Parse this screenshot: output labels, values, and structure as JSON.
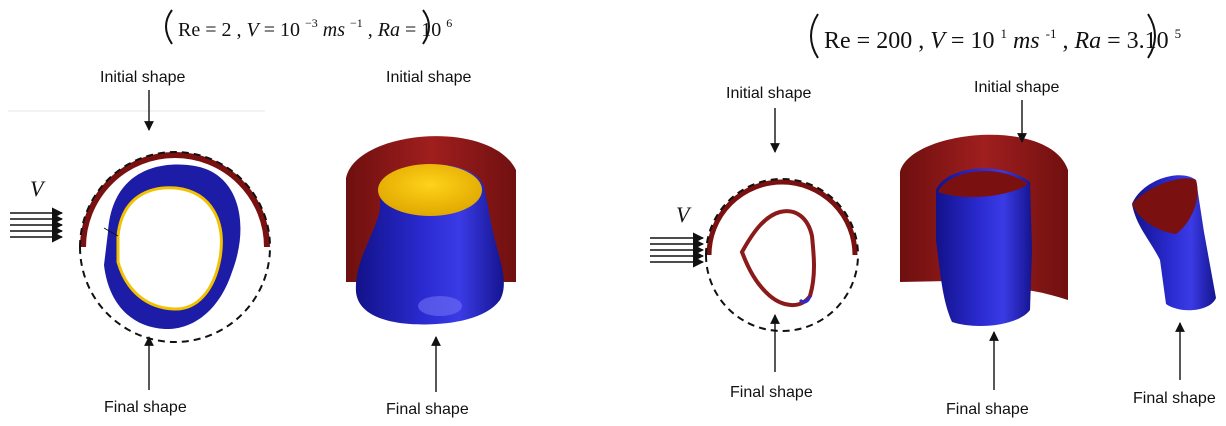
{
  "left_panel": {
    "condition": {
      "re_label": "Re",
      "re_value": "2",
      "v_label": "V",
      "v_base": "10",
      "v_exp": "−3",
      "v_unit": "ms",
      "v_unit_exp": "−1",
      "ra_label": "Ra",
      "ra_base": "10",
      "ra_exp": "6"
    },
    "flow_label": "V",
    "section_initial": "Initial shape",
    "section_final": "Final shape",
    "view3d_initial": "Initial shape",
    "view3d_final": "Final shape"
  },
  "right_panel": {
    "condition": {
      "re_label": "Re",
      "re_value": "200",
      "v_label": "V",
      "v_base": "10",
      "v_exp": "1",
      "v_unit": "ms",
      "v_unit_exp": "-1",
      "ra_label": "Ra",
      "ra_value": "3.10",
      "ra_exp": "5"
    },
    "flow_label": "V",
    "section_initial": "Initial shape",
    "section_final": "Final shape",
    "view3d_initial": "Initial shape",
    "view3d_final": "Final shape",
    "view3d_final_2": "Final shape"
  },
  "colors": {
    "initial_shell": "#8b1a1a",
    "final_body": "#1f1fa8",
    "final_top": "#f2c200",
    "line": "#111111"
  }
}
